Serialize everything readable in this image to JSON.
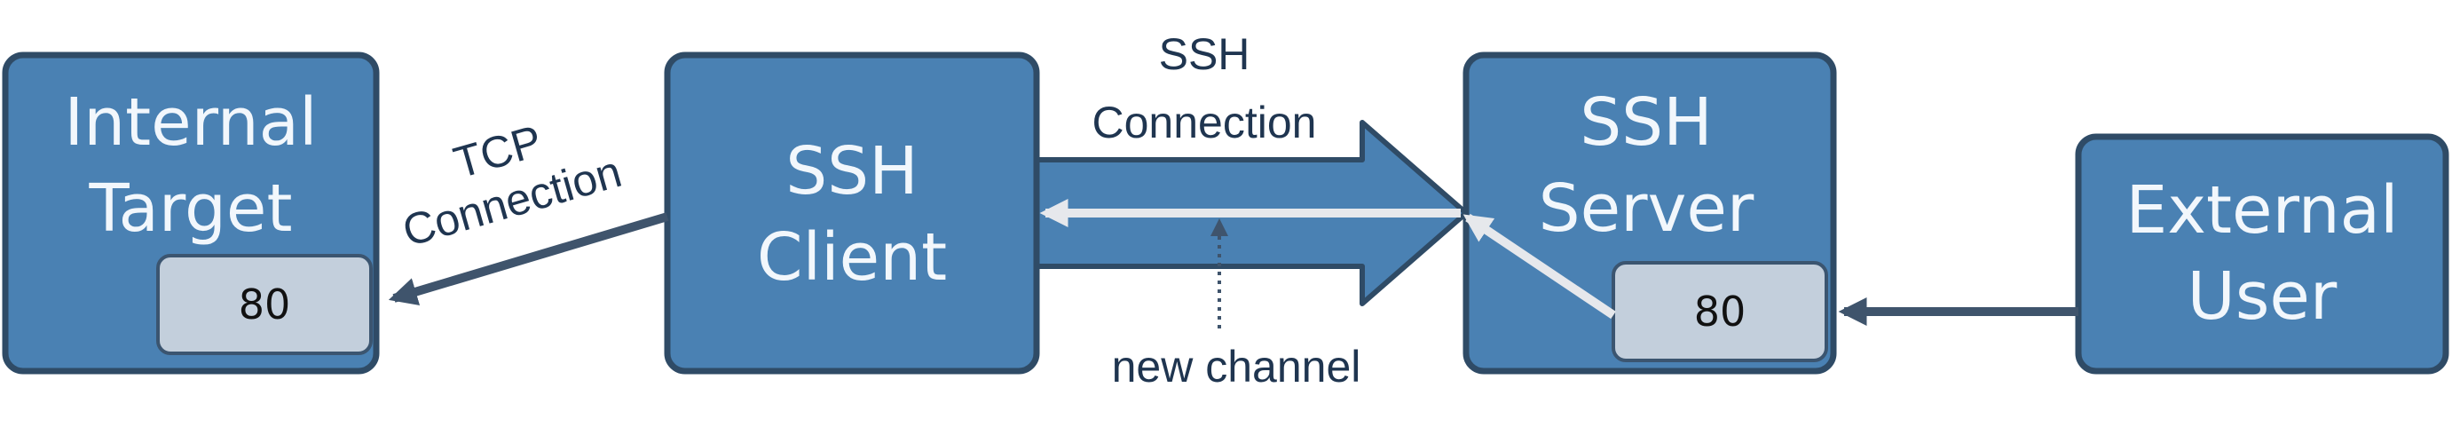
{
  "nodes": {
    "internal_target": {
      "line1": "Internal",
      "line2": "Target",
      "port": "80"
    },
    "ssh_client": {
      "line1": "SSH",
      "line2": "Client"
    },
    "ssh_server": {
      "line1": "SSH",
      "line2": "Server",
      "port": "80"
    },
    "external_user": {
      "line1": "External",
      "line2": "User"
    }
  },
  "edges": {
    "tcp_connection": {
      "line1": "TCP",
      "line2": "Connection"
    },
    "ssh_connection": {
      "line1": "SSH",
      "line2": "Connection"
    },
    "new_channel": {
      "label": "new channel"
    }
  },
  "colors": {
    "box_fill": "#4a81b3",
    "box_border": "#2f4b66",
    "port_fill": "#c3cfdc",
    "arrow_dark": "#3f546c",
    "arrow_light": "#e6e8ec",
    "label_text": "#1f3550"
  }
}
